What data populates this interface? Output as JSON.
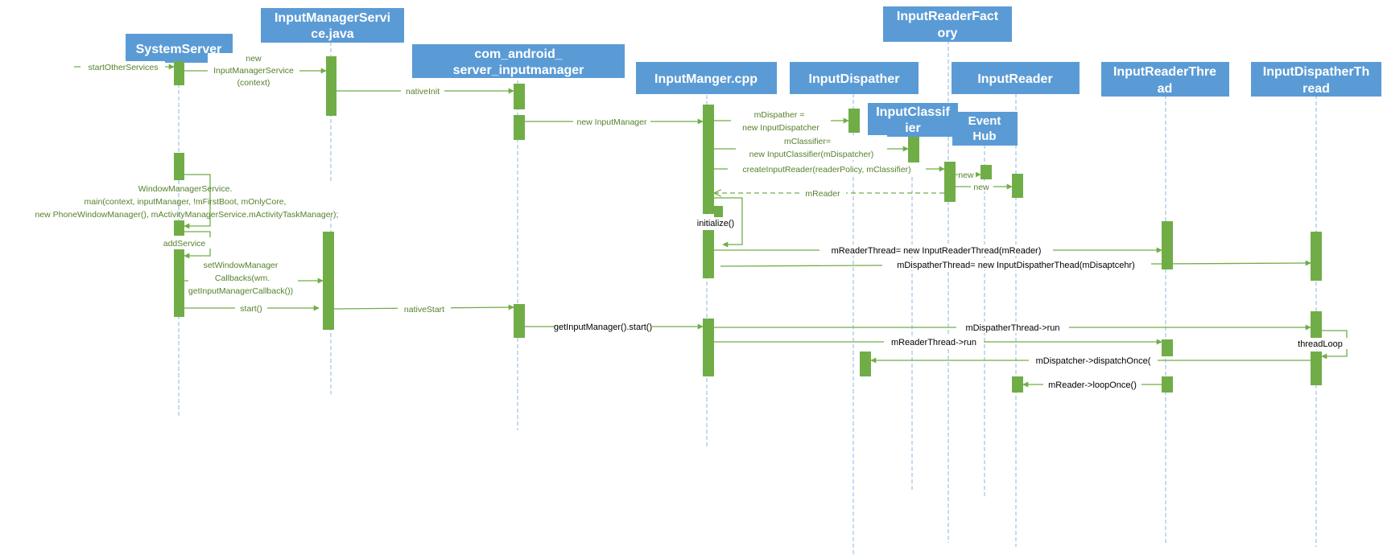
{
  "colors": {
    "header": "#5b9bd5",
    "activation": "#70ad47",
    "message": "#70ad47",
    "message_label": "#55802b",
    "lifeline": "#9dc3e6"
  },
  "participants": {
    "system_server": "SystemServer",
    "ims_java": [
      "InputManagerServi",
      "ce.java"
    ],
    "jni": [
      "com_android_",
      "server_inputmanager"
    ],
    "input_manager": "InputManger.cpp",
    "input_dispatcher": "InputDispather",
    "reader_factory": [
      "InputReaderFact",
      "ory"
    ],
    "input_classifier": [
      "InputClassif",
      "ier"
    ],
    "event_hub": [
      "Event",
      "Hub"
    ],
    "input_reader": "InputReader",
    "reader_thread": [
      "InputReaderThre",
      "ad"
    ],
    "dispatcher_thread": [
      "InputDispatherTh",
      "read"
    ]
  },
  "messages": {
    "start_other_services": "startOtherServices",
    "new_ims": [
      "new",
      "InputManagerService",
      "(context)"
    ],
    "native_init": "nativeInit",
    "new_input_manager": "new InputManager",
    "m_dispatcher": [
      "mDispather  =",
      "new  InputDispatcher"
    ],
    "m_classifier": [
      "mClassifier=",
      "new InputClassifier(mDispatcher)"
    ],
    "create_input_reader": "createInputReader(readerPolicy, mClassifier)",
    "new_1": "new",
    "new_2": "new",
    "m_reader": "mReader",
    "wms_main": [
      "WindowManagerService.",
      "main(context, inputManager, !mFirstBoot, mOnlyCore,",
      "new PhoneWindowManager(), mActivityManagerService.mActivityTaskManager);"
    ],
    "initialize": "initialize()",
    "add_service": "addService",
    "m_reader_thread": "mReaderThread= new InputReaderThread(mReader)",
    "m_dispather_thread": "mDispatherThread= new InputDispatherThead(mDisaptcehr)",
    "set_wm_callbacks": [
      "setWindowManager",
      "Callbacks(wm.",
      "getInputManagerCallback())"
    ],
    "start": "start()",
    "native_start": "nativeStart",
    "get_im_start": "getInputManager().start()",
    "dispather_thread_run": "mDispatherThread->run",
    "reader_thread_run": "mReaderThread->run",
    "thread_loop": "threadLoop",
    "dispatch_once": "mDispatcher->dispatchOnce(",
    "loop_once": "mReader->loopOnce()"
  }
}
